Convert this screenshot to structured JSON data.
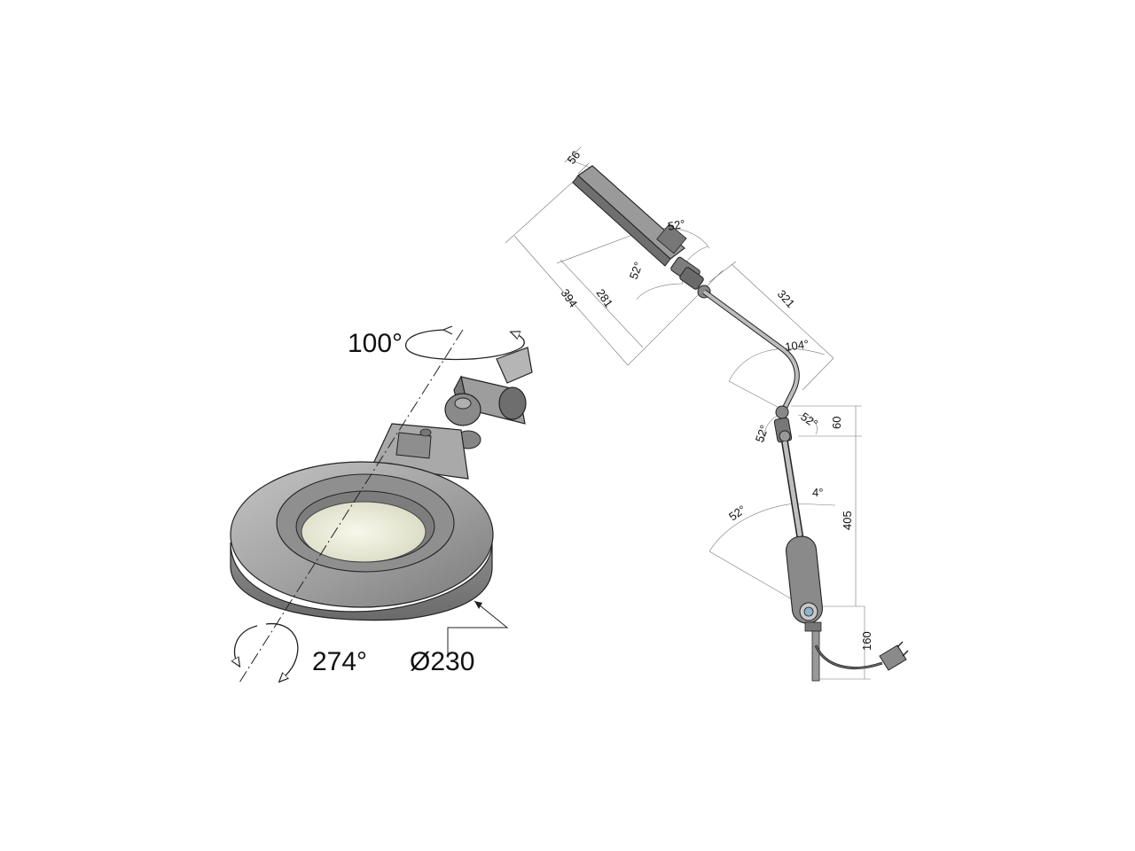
{
  "magnifier": {
    "rotation_top": "100°",
    "rotation_bottom": "274°",
    "diameter": "Ø230"
  },
  "arm": {
    "head_thickness": "56",
    "head_angle": "52°",
    "head_tilt": "52°",
    "reach_outer": "394",
    "reach_inner": "281",
    "upper_arm": "321",
    "elbow_angle": "104°",
    "joint_angle_left": "52°",
    "joint_angle_right": "52°",
    "joint_height": "60",
    "lower_angle": "52°",
    "lower_tilt": "4°",
    "lower_arm": "405",
    "base_height": "160"
  },
  "colors": {
    "body": "#a8a8a8",
    "body_dark": "#6f6f6f",
    "lens": "#eef0dc",
    "line": "#222222"
  }
}
